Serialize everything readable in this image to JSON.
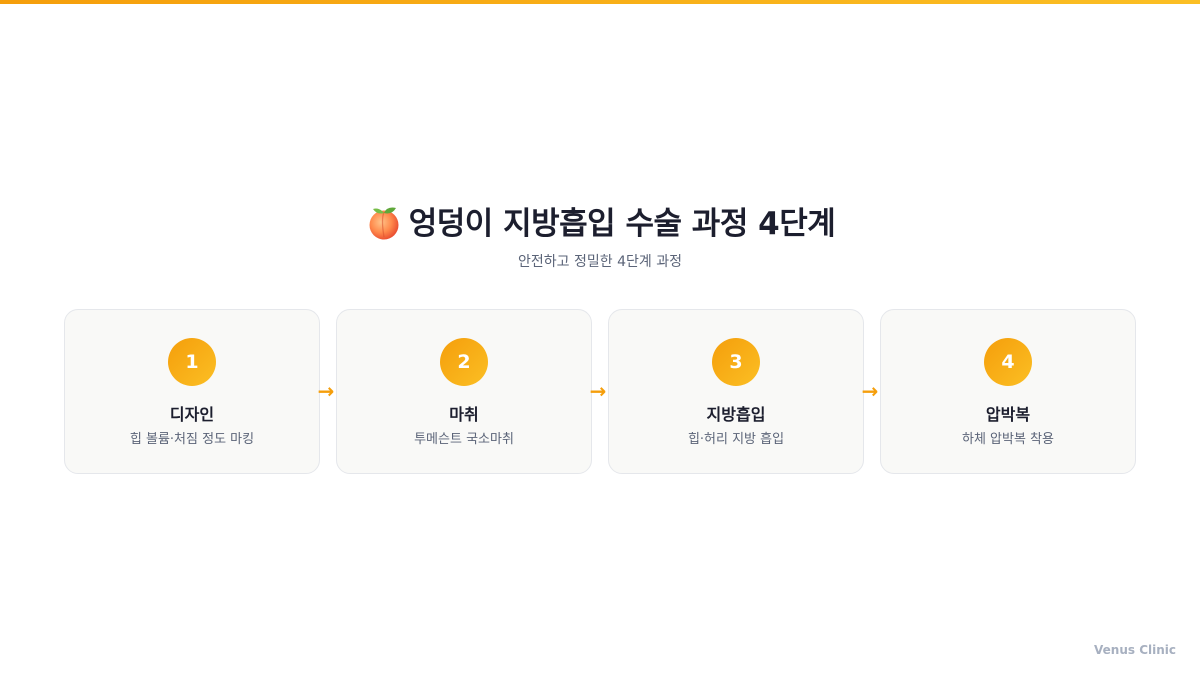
{
  "header": {
    "icon": "peach-icon",
    "title": "엉덩이 지방흡입 수술 과정 4단계",
    "subtitle": "안전하고 정밀한 4단계 과정"
  },
  "steps": [
    {
      "number": "1",
      "title": "디자인",
      "desc": "힙 볼륨·처짐 정도 마킹"
    },
    {
      "number": "2",
      "title": "마취",
      "desc": "투메슨트 국소마취"
    },
    {
      "number": "3",
      "title": "지방흡입",
      "desc": "힙·허리 지방 흡입"
    },
    {
      "number": "4",
      "title": "압박복",
      "desc": "하체 압박복 착용"
    }
  ],
  "arrow_glyph": "→",
  "brand": "Venus Clinic",
  "colors": {
    "accent": "#f59e0b",
    "accent_light": "#fbbf24",
    "title": "#1c1e2e",
    "muted": "#5b6478",
    "card_bg": "#f9f9f7"
  }
}
